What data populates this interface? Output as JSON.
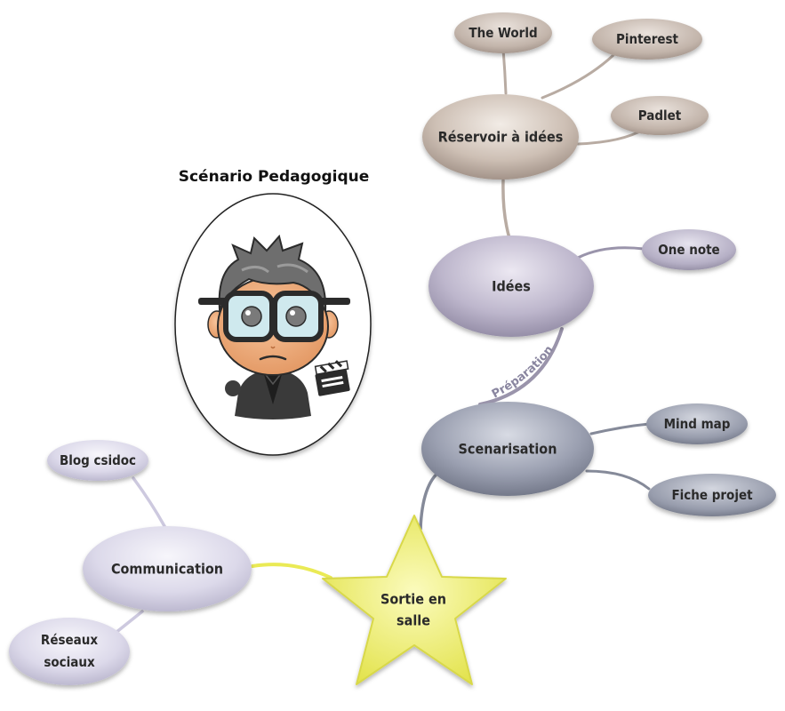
{
  "title": "Scénario Pedagogique",
  "central": {
    "label_line1": "Sortie en",
    "label_line2": "salle"
  },
  "nodes": {
    "the_world": "The World",
    "pinterest": "Pinterest",
    "padlet": "Padlet",
    "reservoir": "Réservoir à idées",
    "one_note": "One note",
    "idees": "Idées",
    "scenarisation": "Scenarisation",
    "mind_map": "Mind map",
    "fiche_projet": "Fiche projet",
    "blog": "Blog csidoc",
    "communication": "Communication",
    "reseaux_line1": "Réseaux",
    "reseaux_line2": "sociaux"
  },
  "edge_labels": {
    "preparation": "Préparation"
  },
  "colors": {
    "brown_branch": "#b4a69c",
    "purple_branch": "#9a93ab",
    "slate_branch": "#8a8e9c",
    "lavender_branch": "#c9c6dd",
    "central_star": "#ecec5a"
  }
}
